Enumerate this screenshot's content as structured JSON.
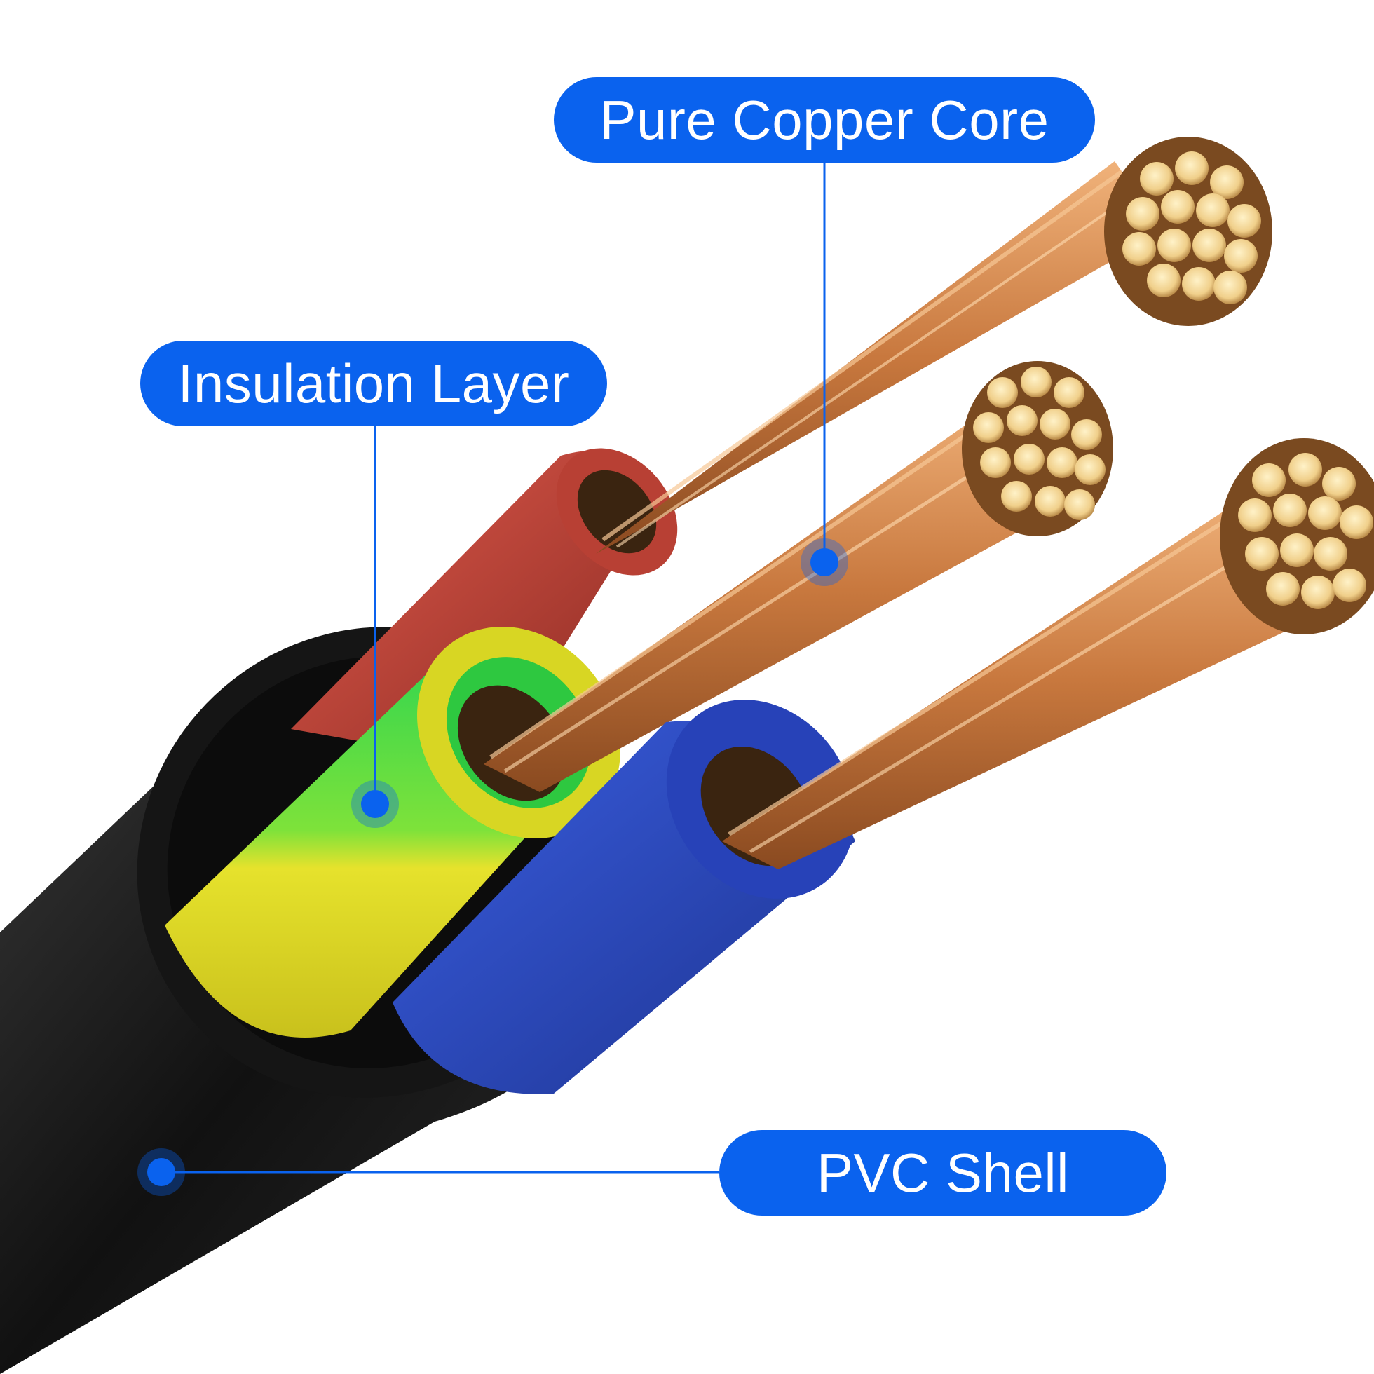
{
  "callouts": {
    "copper_core": {
      "label": "Pure Copper Core"
    },
    "insulation": {
      "label": "Insulation Layer"
    },
    "shell": {
      "label": "PVC Shell"
    }
  },
  "colors": {
    "accent": "#0a62ee",
    "jacket": "#1a1a1a",
    "wire_red": "#c9443a",
    "wire_green_yellow": [
      "#2fd14a",
      "#e8e02a"
    ],
    "wire_blue": "#2d4fc7",
    "copper": "#d08850"
  }
}
